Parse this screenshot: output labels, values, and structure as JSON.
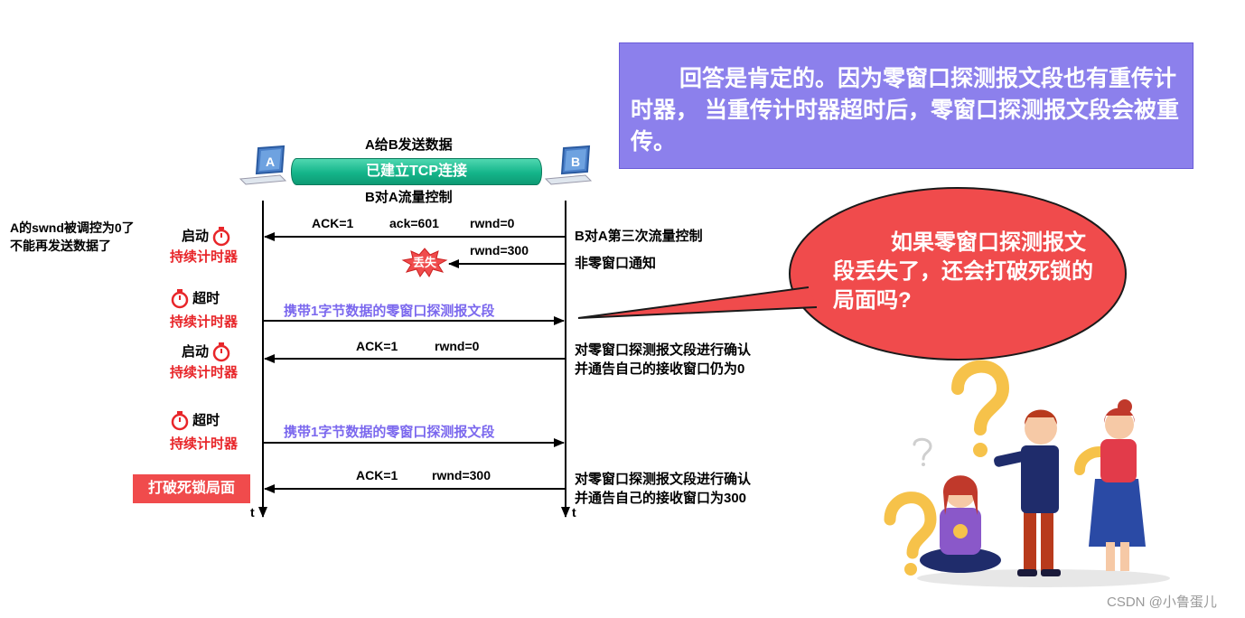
{
  "answer": {
    "text": "回答是肯定的。因为零窗口探测报文段也有重传计时器， 当重传计时器超时后，零窗口探测报文段会被重传。"
  },
  "bubble": {
    "text": "如果零窗口探测报文段丢失了，还会打破死锁的局面吗?"
  },
  "hosts": {
    "a": "A",
    "b": "B"
  },
  "connection": {
    "above": "A给B发送数据",
    "pipe": "已建立TCP连接",
    "below": "B对A流量控制"
  },
  "messages": {
    "m1": {
      "ack": "ACK=1",
      "acknum": "ack=601",
      "rwnd": "rwnd=0"
    },
    "m2": {
      "rwnd": "rwnd=300",
      "lost": "丢失"
    },
    "m3": {
      "label": "携带1字节数据的零窗口探测报文段"
    },
    "m4": {
      "ack": "ACK=1",
      "rwnd": "rwnd=0"
    },
    "m5": {
      "label": "携带1字节数据的零窗口探测报文段"
    },
    "m6": {
      "ack": "ACK=1",
      "rwnd": "rwnd=300"
    }
  },
  "left": {
    "note_line1": "A的swnd被调控为0了",
    "note_line2": "不能再发送数据了",
    "start1": "启动",
    "timer1": "持续计时器",
    "timeout1": "超时",
    "timer2": "持续计时器",
    "start2": "启动",
    "timer3": "持续计时器",
    "timeout2": "超时",
    "timer4": "持续计时器",
    "break": "打破死锁局面",
    "t": "t"
  },
  "right": {
    "r1": "B对A第三次流量控制",
    "r2": "非零窗口通知",
    "r3_line1": "对零窗口探测报文段进行确认",
    "r3_line2": "并通告自己的接收窗口仍为0",
    "r4_line1": "对零窗口探测报文段进行确认",
    "r4_line2": "并通告自己的接收窗口为300",
    "t": "t"
  },
  "watermark": "CSDN @小鲁蛋儿",
  "colors": {
    "answer_bg": "#8c80ec",
    "bubble": "#f04b4c",
    "pipe": "#14b58a",
    "red_text": "#e8262a",
    "probe_text": "#7b68ee"
  }
}
